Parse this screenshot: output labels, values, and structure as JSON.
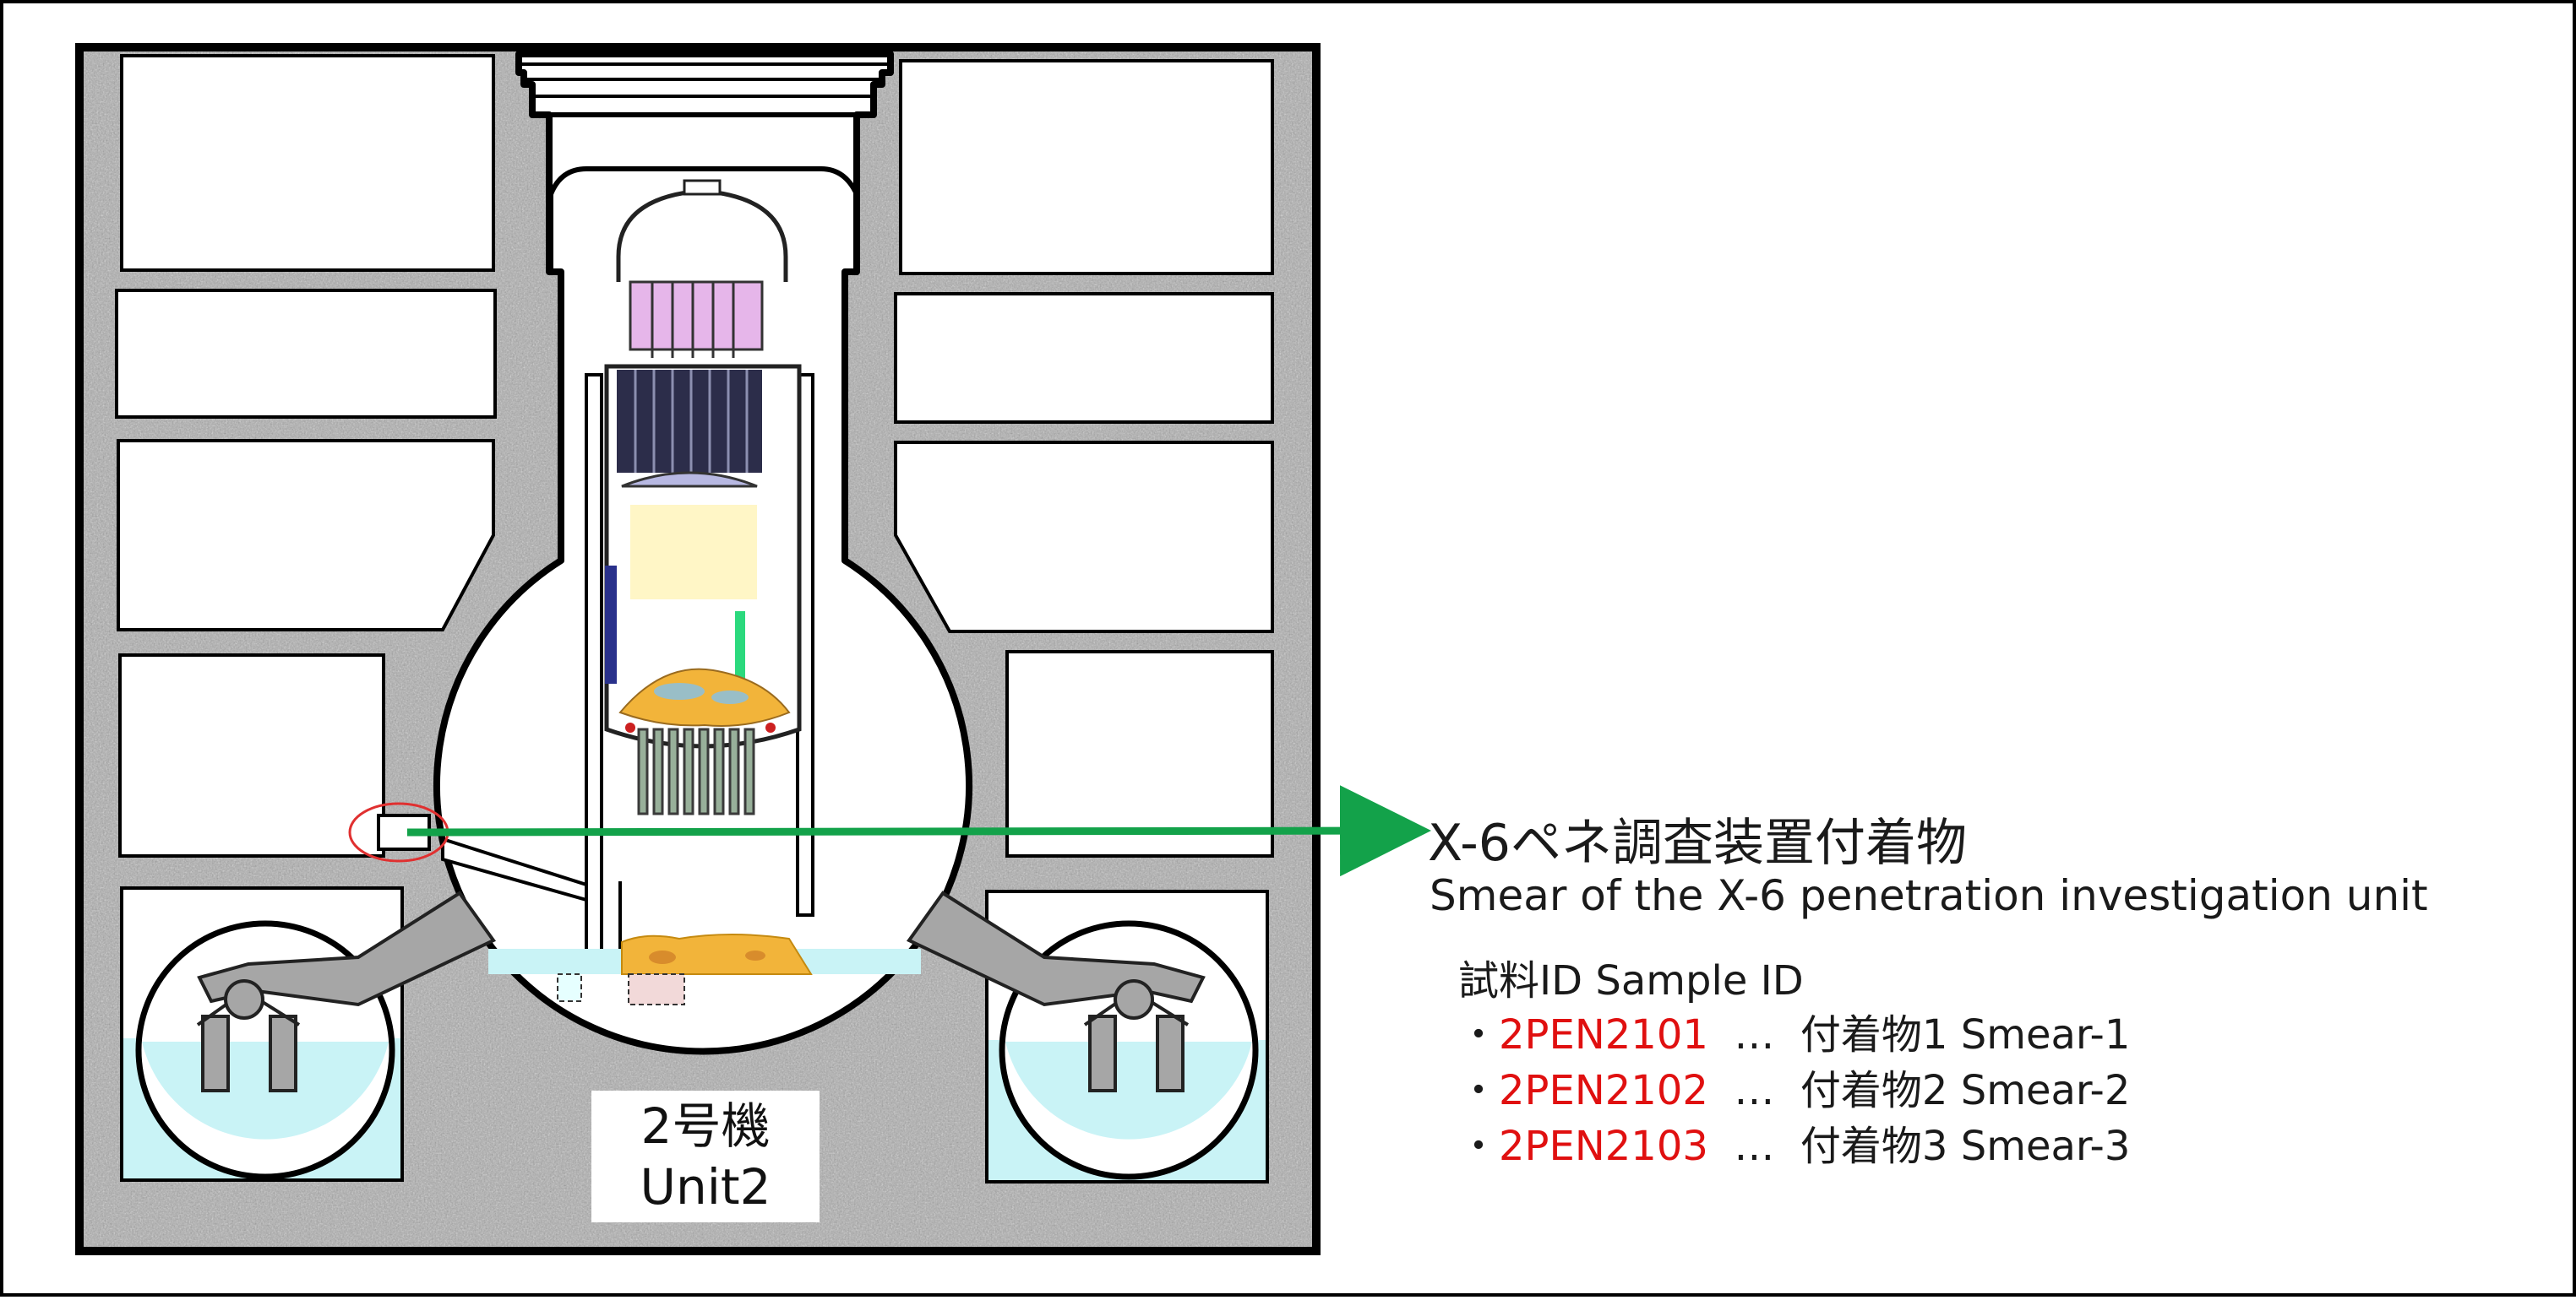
{
  "label": {
    "jp": "X-6ペネ調査装置付着物",
    "en": "Smear of the X-6 penetration investigation unit"
  },
  "samples": {
    "header": "試料ID  Sample ID",
    "bullet": "・",
    "separator": "…",
    "items": [
      {
        "id": "2PEN2101",
        "desc": "付着物1  Smear-1"
      },
      {
        "id": "2PEN2102",
        "desc": "付着物2  Smear-2"
      },
      {
        "id": "2PEN2103",
        "desc": "付着物3  Smear-3"
      }
    ]
  },
  "unit": {
    "jp": "2号機",
    "en": "Unit2"
  },
  "colors": {
    "arrow": "#13a24a",
    "sample_id": "#e01010",
    "water": "#c9f3f6",
    "core_top": "#fff6c6",
    "steam_dryer": "#e6b6ea",
    "debris": "#f2b43a",
    "concrete": "#a9a9a9"
  }
}
